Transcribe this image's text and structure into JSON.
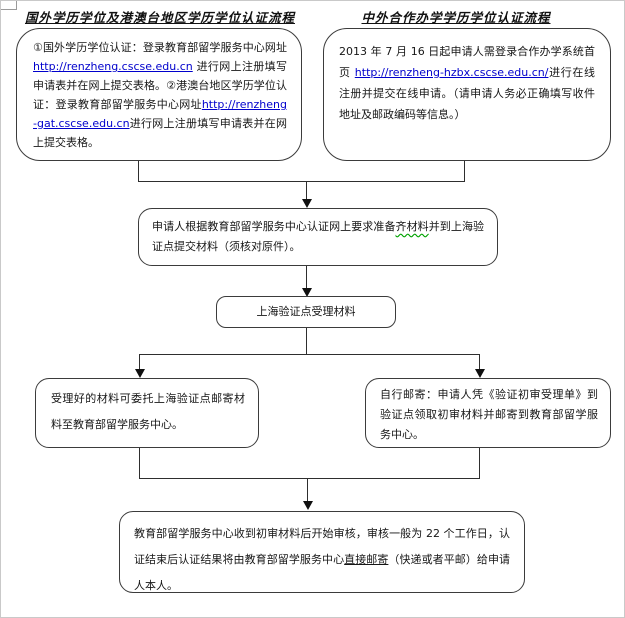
{
  "titles": {
    "left": "国外学历学位及港澳台地区学历学位认证流程",
    "right": "中外合作办学学历学位认证流程"
  },
  "foreign_box": {
    "item1_prefix": "①国外学历学位认证：登录教育部留学服务中心网址 ",
    "item1_link": "http://renzheng.cscse.edu.cn",
    "item1_suffix": " 进行网上注册填写申请表并在网上提交表格。",
    "item2_prefix": "②港澳台地区学历学位认证：登录教育部留学服务中心网址",
    "item2_link": "http://renzheng-gat.cscse.edu.cn",
    "item2_suffix": "进行网上注册填写申请表并在网上提交表格。"
  },
  "cooperative_box": {
    "prefix": "2013 年 7 月 16 日起申请人需登录合作办学系统首页 ",
    "link": "http://renzheng-hzbx.cscse.edu.cn/",
    "suffix": "进行在线注册并提交在线申请。（请申请人务必正确填写收件地址及邮政编码等信息。）"
  },
  "prepare_box": {
    "part1": "申请人根据教育部留学服务中心认证网上要求准备",
    "spellcheck_word": "齐材料",
    "part2": "并到上海验证点提交材料（须核对原件）。"
  },
  "accept_box": {
    "label": "上海验证点受理材料"
  },
  "mail_via_point_box": {
    "text": "受理好的材料可委托上海验证点邮寄材料至教育部留学服务中心。"
  },
  "mail_self_box": {
    "text": "自行邮寄：申请人凭《验证初审受理单》到验证点领取初审材料并邮寄到教育部留学服务中心。"
  },
  "review_box": {
    "part1": "教育部留学服务中心收到初审材料后开始审核，审核一般为 22 个工作日，认证结束后认证结果将由教育部留学服务中心",
    "underlined": "直接邮寄",
    "part2": "（快递或者平邮）给申请人本人。"
  },
  "colors": {
    "link": "#0000cc",
    "text": "#161616",
    "line": "#2e2e2e",
    "spellcheck": "#00a200"
  }
}
